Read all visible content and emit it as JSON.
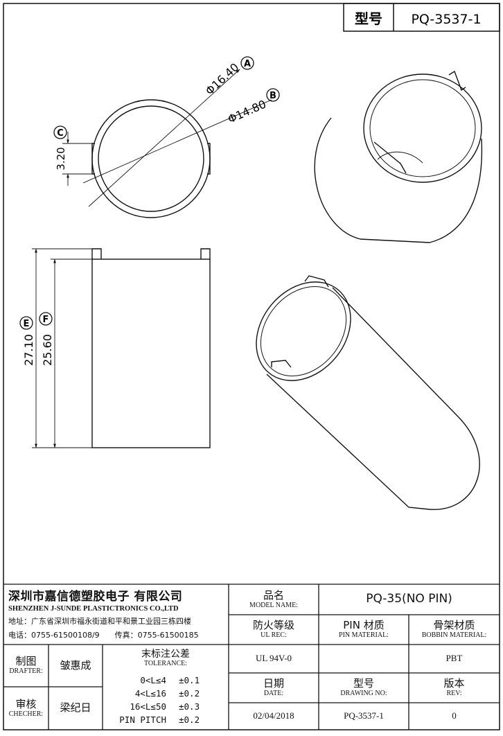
{
  "header": {
    "model_label": "型号",
    "model_value": "PQ-3537-1"
  },
  "drawing": {
    "dimensions": {
      "outer_diameter": "Φ16.40",
      "inner_diameter": "Φ14.80",
      "slot_width": "3.20",
      "total_height": "27.10",
      "body_height": "25.60"
    },
    "callouts": {
      "a": "A",
      "b": "B",
      "c": "C",
      "e": "E",
      "f": "F"
    }
  },
  "title_block": {
    "company_zh": "深圳市嘉信德塑胶电子 有限公司",
    "company_en": "SHENZHEN J-SUNDE PLASTICTRONICS CO.,LTD",
    "address": "地址：广东省深圳市福永街道和平和景工业园三栋四楼",
    "phone": "电话：0755-61500108/9",
    "fax": "传真：0755-61500185",
    "model_name_zh": "品名",
    "model_name_en": "MODEL NAME:",
    "model_name_value": "PQ-35(NO PIN)",
    "ul_rec_zh": "防火等级",
    "ul_rec_en": "UL REC:",
    "ul_rec_value": "UL 94V-0",
    "pin_material_zh": "PIN 材质",
    "pin_material_en": "PIN MATERIAL:",
    "pin_material_value": "",
    "bobbin_material_zh": "骨架材质",
    "bobbin_material_en": "BOBBIN MATERIAL:",
    "bobbin_material_value": "PBT",
    "drafter_zh": "制图",
    "drafter_en": "DRAFTER:",
    "drafter_value": "皱惠成",
    "checker_zh": "审核",
    "checker_en": "CHECHER:",
    "checker_value": "梁纪日",
    "tolerance_zh": "末标注公差",
    "tolerance_en": "TOLERANCE:",
    "tolerances": [
      {
        "range": "0<L≤4",
        "value": "±0.1"
      },
      {
        "range": "4<L≤16",
        "value": "±0.2"
      },
      {
        "range": "16<L≤50",
        "value": "±0.3"
      },
      {
        "range": "PIN PITCH",
        "value": "±0.2"
      }
    ],
    "date_zh": "日期",
    "date_en": "DATE:",
    "date_value": "02/04/2018",
    "drawing_no_zh": "型号",
    "drawing_no_en": "DRAWING NO:",
    "drawing_no_value": "PQ-3537-1",
    "rev_zh": "版本",
    "rev_en": "REV:",
    "rev_value": "0"
  }
}
